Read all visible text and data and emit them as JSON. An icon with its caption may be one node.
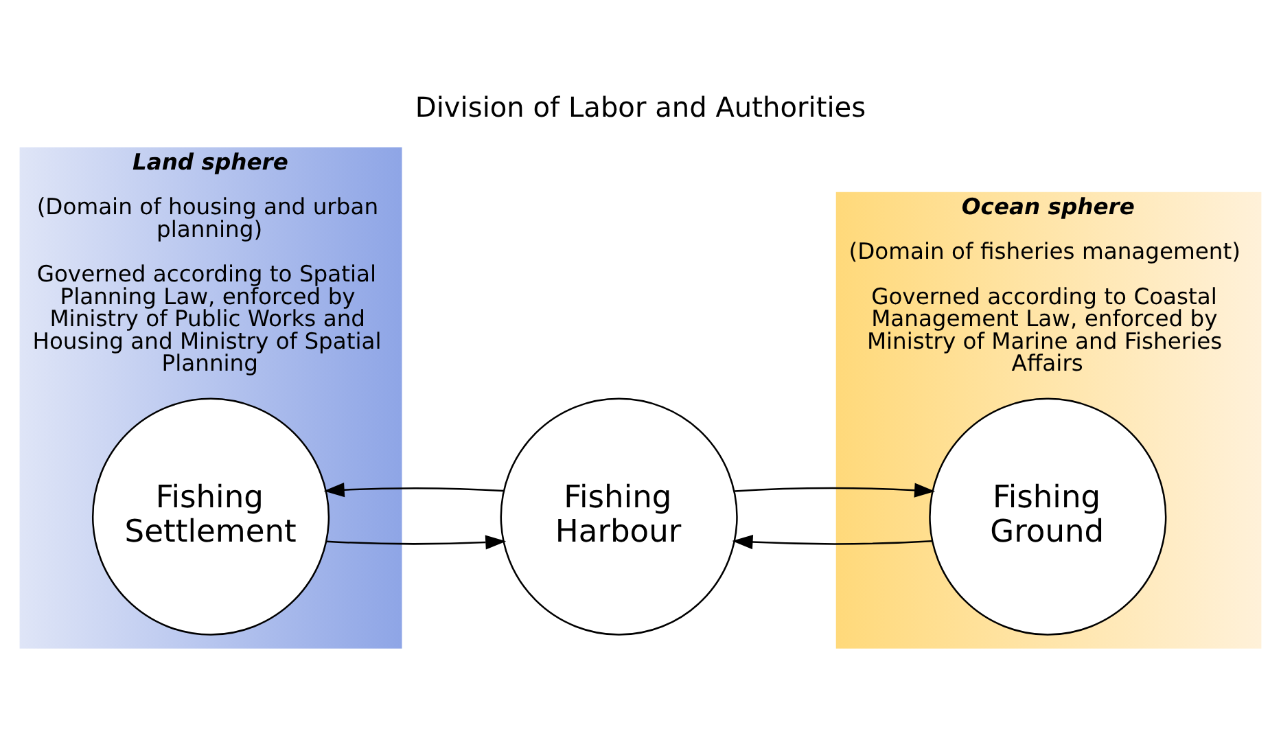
{
  "diagram": {
    "title": "Division of Labor and Authorities",
    "nodes": [
      {
        "text": [
          "Land sphere",
          "(Domain of housing and urban planning)",
          "Governed according to Spatial Planning Law, enforced by Ministry of Public Works and Housing and Ministry of Spatial Planning"
        ]
      },
      {
        "text": [
          "Fishing Settlement"
        ],
        "in": 0
      },
      {
        "text": [
          "Fishing Harbour"
        ]
      },
      {
        "text": [
          "Ocean sphere",
          "(Domain of fisheries management)",
          "Governed according to Coastal Management Law, enforced by Ministry of Marine and Fisheries Affairs"
        ]
      },
      {
        "text": [
          "Fishing Ground"
        ],
        "in": 3
      }
    ],
    "edges": [
      {
        "from": 1,
        "to": 2,
        "arrow": "to"
      },
      {
        "from": 2,
        "to": 1,
        "arrow": "to"
      },
      {
        "from": 2,
        "to": 4,
        "arrow": "to"
      },
      {
        "from": 4,
        "to": 2,
        "arrow": "to"
      }
    ]
  }
}
